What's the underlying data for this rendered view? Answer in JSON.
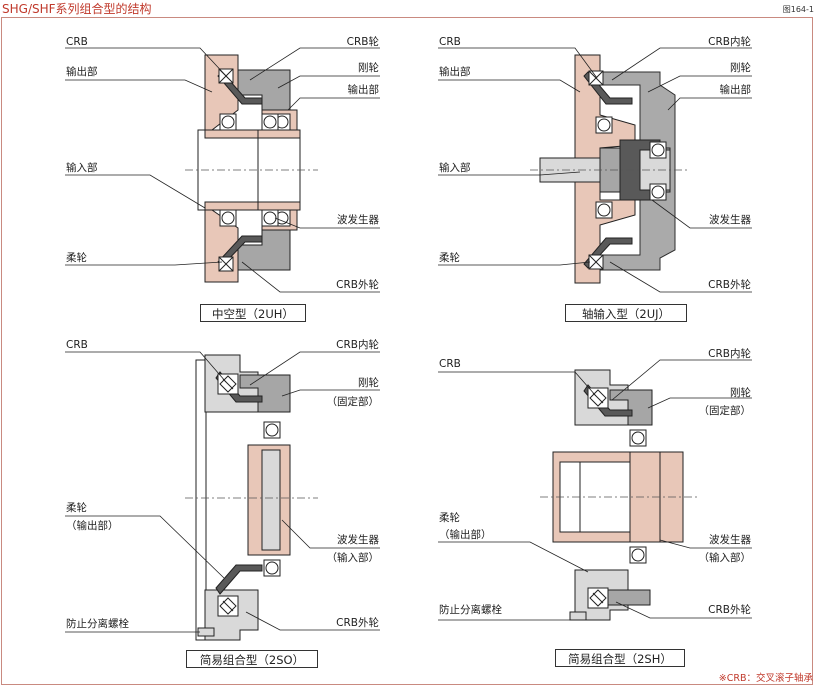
{
  "page": {
    "title": "SHG/SHF系列组合型的结构",
    "figure_number": "图164-1"
  },
  "colors": {
    "flange": "#e8c7b8",
    "rigid": "#a6a6a6",
    "dark": "#595959",
    "light": "#d9d9d9",
    "accent": "#c0392b"
  },
  "panels": [
    {
      "caption": "中空型（2UH）",
      "left_labels": [
        "CRB",
        "输出部",
        "输入部",
        "柔轮"
      ],
      "right_labels": [
        "CRB轮",
        "刚轮",
        "输出部",
        "波发生器",
        "CRB外轮"
      ]
    },
    {
      "caption": "轴输入型（2UJ）",
      "left_labels": [
        "CRB",
        "输出部",
        "输入部",
        "柔轮"
      ],
      "right_labels": [
        "CRB内轮",
        "刚轮",
        "输出部",
        "波发生器",
        "CRB外轮"
      ]
    },
    {
      "caption": "简易组合型（2SO）",
      "left_labels": [
        "CRB",
        "柔轮",
        "（输出部）",
        "防止分离螺栓"
      ],
      "right_labels": [
        "CRB内轮",
        "刚轮",
        "（固定部）",
        "波发生器",
        "（输入部）",
        "CRB外轮"
      ]
    },
    {
      "caption": "简易组合型（2SH）",
      "left_labels": [
        "CRB",
        "柔轮",
        "（输出部）",
        "防止分离螺栓"
      ],
      "right_labels": [
        "CRB内轮",
        "刚轮",
        "（固定部）",
        "波发生器",
        "（输入部）",
        "CRB外轮"
      ]
    }
  ],
  "footnote": "※CRB：交叉滚子轴承"
}
